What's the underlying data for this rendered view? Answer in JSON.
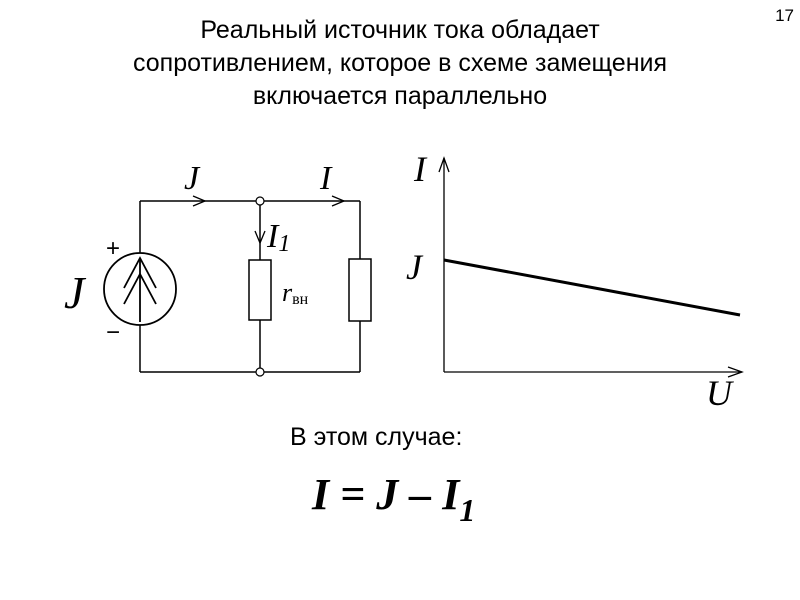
{
  "slide": {
    "number": "17",
    "title_lines": [
      "Реальный источник тока обладает",
      "сопротивлением, которое в схеме замещения",
      "включается параллельно"
    ]
  },
  "circuit": {
    "source_label": "J",
    "source_plus": "+",
    "source_minus": "−",
    "current_total_label": "J",
    "current_load_label": "I",
    "current_branch_label": "I",
    "current_branch_subscript": "1",
    "resistor_label": "r",
    "resistor_subscript": "вн"
  },
  "graph": {
    "y_axis_label": "I",
    "x_axis_label": "U",
    "y_intercept_label": "J"
  },
  "caption": "В этом случае:",
  "formula": {
    "lhs": "I",
    "equals": "=",
    "term1": "J",
    "minus": "–",
    "term2": "I",
    "term2_subscript": "1"
  }
}
